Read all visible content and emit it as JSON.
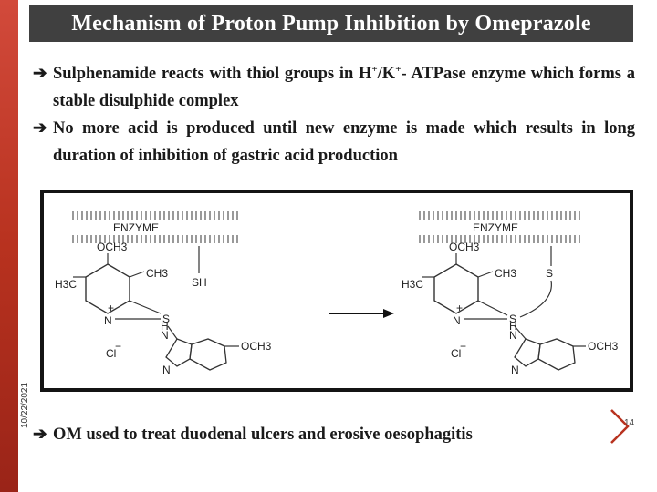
{
  "slide": {
    "title": "Mechanism of Proton Pump Inhibition by Omeprazole",
    "date": "10/22/2021",
    "page_number": "14",
    "bullets": [
      {
        "pre": "Sulphenamide reacts with thiol groups in H",
        "sup1": "+",
        "mid": "/K",
        "sup2": "+",
        "post": "- ATPase enzyme which forms a stable disulphide complex"
      },
      {
        "text": "No more acid is produced until new enzyme is made which results in long duration of inhibition of gastric acid production"
      }
    ],
    "bottom_bullet": "OM used to treat duodenal ulcers and erosive oesophagitis",
    "colors": {
      "side_bar": "#b8321f",
      "title_bg": "#404040",
      "title_text": "#ffffff"
    },
    "icons": {
      "bullet": "arrow-bullet-icon"
    }
  },
  "figure": {
    "left": {
      "enzyme": "ENZYME",
      "och3_top": "OCH3",
      "h3c": "H3C",
      "ch3": "CH3",
      "sh": "SH",
      "n_plus": "N",
      "plus": "+",
      "s": "S",
      "cl": "Cl",
      "minus": "−",
      "nh_n": "N",
      "nh_h": "H",
      "n_bottom": "N",
      "och3_right": "OCH3"
    },
    "right": {
      "enzyme": "ENZYME",
      "och3_top": "OCH3",
      "h3c": "H3C",
      "ch3": "CH3",
      "s_top": "S",
      "n_plus": "N",
      "plus": "+",
      "s": "S",
      "cl": "Cl",
      "minus": "−",
      "nh_n": "N",
      "nh_h": "H",
      "n_bottom": "N",
      "och3_right": "OCH3"
    }
  }
}
